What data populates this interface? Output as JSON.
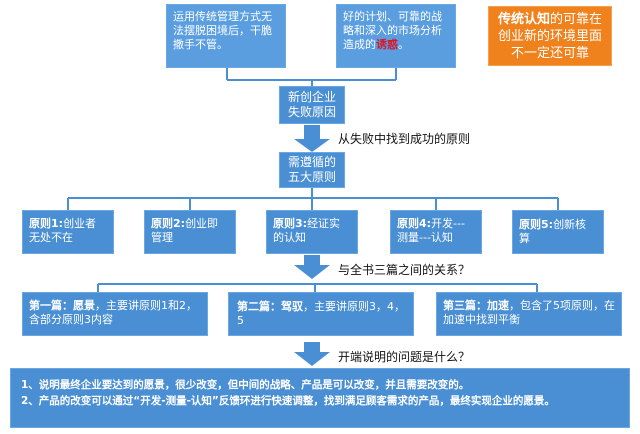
{
  "top": {
    "left_box": "运用传统管理方式无法摆脱困境后，干脆撒手不管。",
    "mid_box_prefix": "好的计划、可靠的战略和深入的市场分析造成的",
    "mid_box_emphasis": "诱惑",
    "mid_box_suffix": "。",
    "orange_box_bold": "传统认知",
    "orange_box_rest": "的可靠在创业新的环境里面不一定还可靠"
  },
  "flow": {
    "failure_box": "新创企业\n失败原因",
    "arrow_label_1": "从失败中找到成功的原则",
    "five_principles_box": "需遵循的\n五大原则",
    "arrow_label_2": "与全书三篇之间的关系？",
    "arrow_label_3": "开端说明的问题是什么？"
  },
  "principles": [
    {
      "title": "原则1:",
      "text": "创业者无处不在"
    },
    {
      "title": "原则2:",
      "text": "创业即管理"
    },
    {
      "title": "原则3:",
      "text": "经证实的认知"
    },
    {
      "title": "原则4:",
      "text": "开发---测量---认知"
    },
    {
      "title": "原则5:",
      "text": "创新核算"
    }
  ],
  "parts": [
    {
      "title": "第一篇：",
      "keyword": "愿景",
      "text": "，主要讲原则1和2，含部分原则3内容"
    },
    {
      "title": "第二篇：",
      "keyword": "驾驭",
      "text": "，主要讲原则3，4，5"
    },
    {
      "title": "第三篇：",
      "keyword": "加速",
      "text": "，包含了5项原则，在加速中找到平衡"
    }
  ],
  "summary": [
    "1、说明最终企业要达到的愿景，很少改变，但中间的战略、产品是可以改变，并且需要改变的。",
    "2、产品的改变可以通过“开发-测量-认知”反馈环进行快速调整，找到满足顾客需求的产品，最终实现企业的愿景。"
  ]
}
